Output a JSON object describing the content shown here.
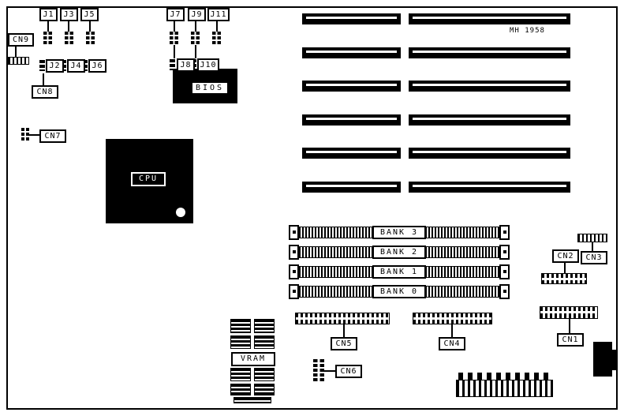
{
  "board": {
    "part_number": "MH 1958"
  },
  "jumpers": {
    "j1": "J1",
    "j2": "J2",
    "j3": "J3",
    "j4": "J4",
    "j5": "J5",
    "j6": "J6",
    "j7": "J7",
    "j8": "J8",
    "j9": "J9",
    "j10": "J10",
    "j11": "J11"
  },
  "connectors": {
    "cn1": "CN1",
    "cn2": "CN2",
    "cn3": "CN3",
    "cn4": "CN4",
    "cn5": "CN5",
    "cn6": "CN6",
    "cn7": "CN7",
    "cn8": "CN8",
    "cn9": "CN9"
  },
  "chips": {
    "cpu": "CPU",
    "bios": "BIOS",
    "vram": "VRAM"
  },
  "memory_banks": [
    {
      "label": "BANK 3"
    },
    {
      "label": "BANK 2"
    },
    {
      "label": "BANK 1"
    },
    {
      "label": "BANK 0"
    }
  ],
  "icons": {
    "jumper_block": "pin-grid",
    "connector_header": "pin-strip"
  }
}
